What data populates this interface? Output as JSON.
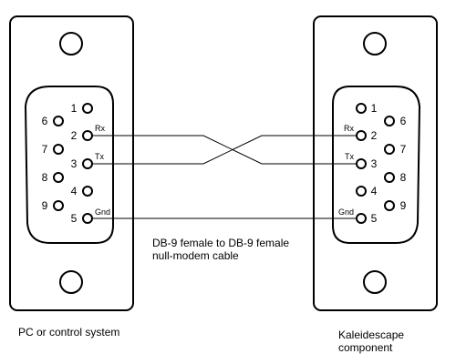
{
  "caption": {
    "cable_line1": "DB-9 female to DB-9 female",
    "cable_line2": "null-modem cable"
  },
  "left_connector": {
    "label": "PC or control system",
    "pins": [
      "1",
      "2",
      "3",
      "4",
      "5",
      "6",
      "7",
      "8",
      "9"
    ],
    "signals": [
      "Rx",
      "Tx",
      "Gnd"
    ]
  },
  "right_connector": {
    "label_line1": "Kaleidescape",
    "label_line2": "component",
    "pins": [
      "1",
      "2",
      "3",
      "4",
      "5",
      "6",
      "7",
      "8",
      "9"
    ],
    "signals": [
      "Rx",
      "Tx",
      "Gnd"
    ]
  }
}
